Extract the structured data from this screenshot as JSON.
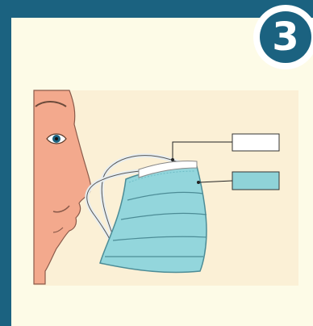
{
  "step": {
    "number": "3"
  },
  "labels": [
    {
      "name": "top-label-box",
      "text": "",
      "fill": "#ffffff"
    },
    {
      "name": "mask-label-box",
      "text": "",
      "fill": "#8fd3d8"
    }
  ],
  "colors": {
    "frame": "#1b6280",
    "panel": "#fdfbe7",
    "illustration_bg": "#fbf0d6",
    "skin": "#f3a98d",
    "mask": "#93d6dc",
    "mask_dark": "#6dbcc6"
  },
  "icons": [
    "face-profile-icon",
    "surgical-mask-icon"
  ]
}
